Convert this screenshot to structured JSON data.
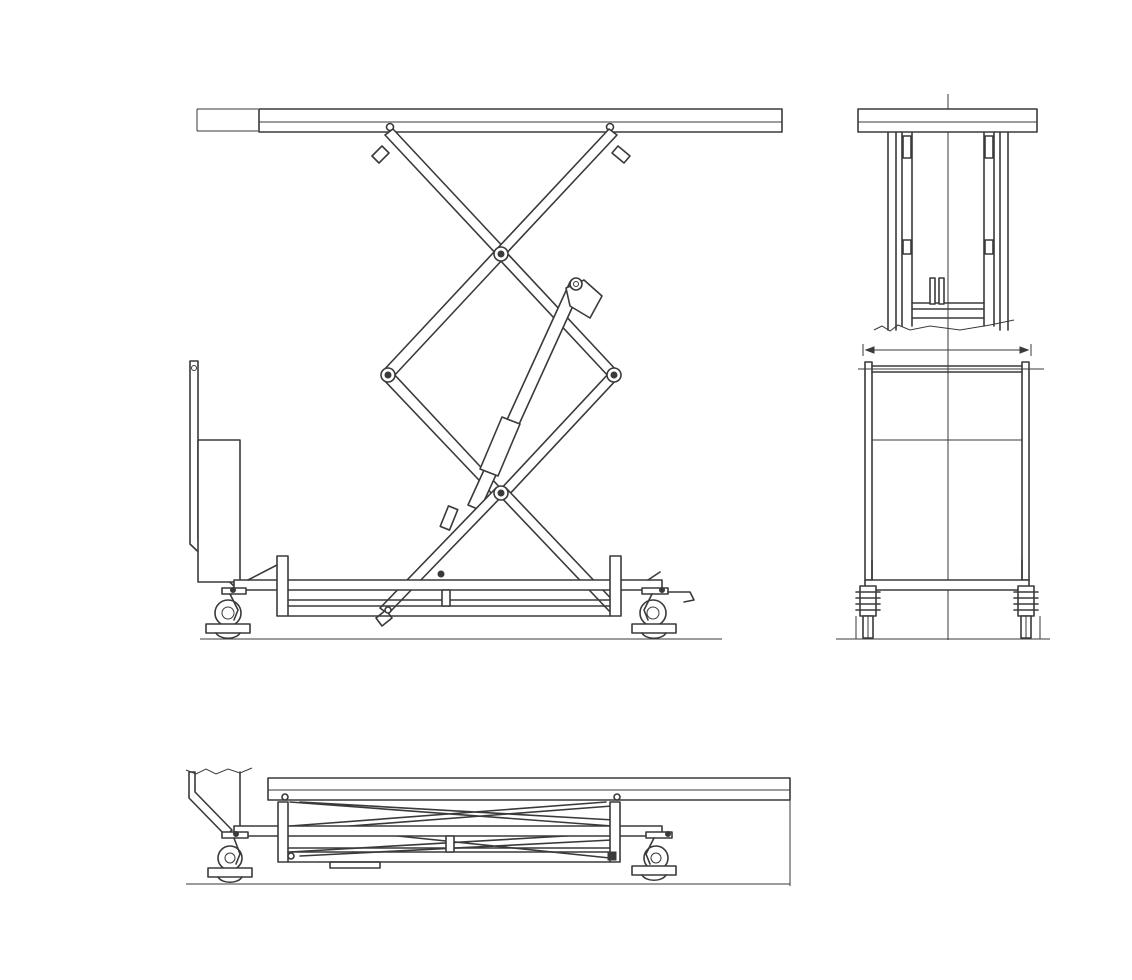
{
  "colors": {
    "ink": "#3a3a3a",
    "background": "#ffffff"
  },
  "views": [
    {
      "name": "side-view-raised"
    },
    {
      "name": "end-view-top"
    },
    {
      "name": "end-view-bottom"
    },
    {
      "name": "side-view-lowered"
    }
  ],
  "labels": {}
}
